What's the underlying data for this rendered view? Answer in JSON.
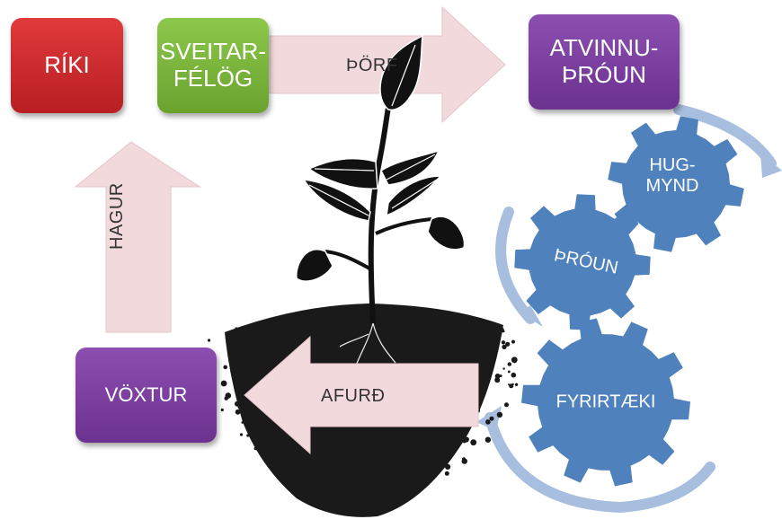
{
  "colors": {
    "arrow_fill": "#f2d9dc",
    "red_box": "#c8262a",
    "green_box": "#7ab43a",
    "purple_box": "#7b3f9e",
    "gear": "#4f81bd",
    "cycle_arrow": "#a7bedf",
    "soil": "#1a1a1a"
  },
  "boxes": {
    "riki": "RÍKI",
    "sveitarfelog": "SVEITAR-\nFÉLÖG",
    "atvinnuthroun": "ATVINNU-\nÞRÓUN",
    "voxtur": "VÖXTUR"
  },
  "arrows": {
    "thorf": "ÞÖRF",
    "hagur": "HAGUR",
    "afurd": "AFURÐ"
  },
  "gears": {
    "hugmynd": "HUG-\nMYND",
    "throun": "ÞRÓUN",
    "fyrirtaeki": "FYRIRTÆKI"
  },
  "icons": {
    "plant": "plant-seedling-icon",
    "gear": "gear-icon"
  }
}
